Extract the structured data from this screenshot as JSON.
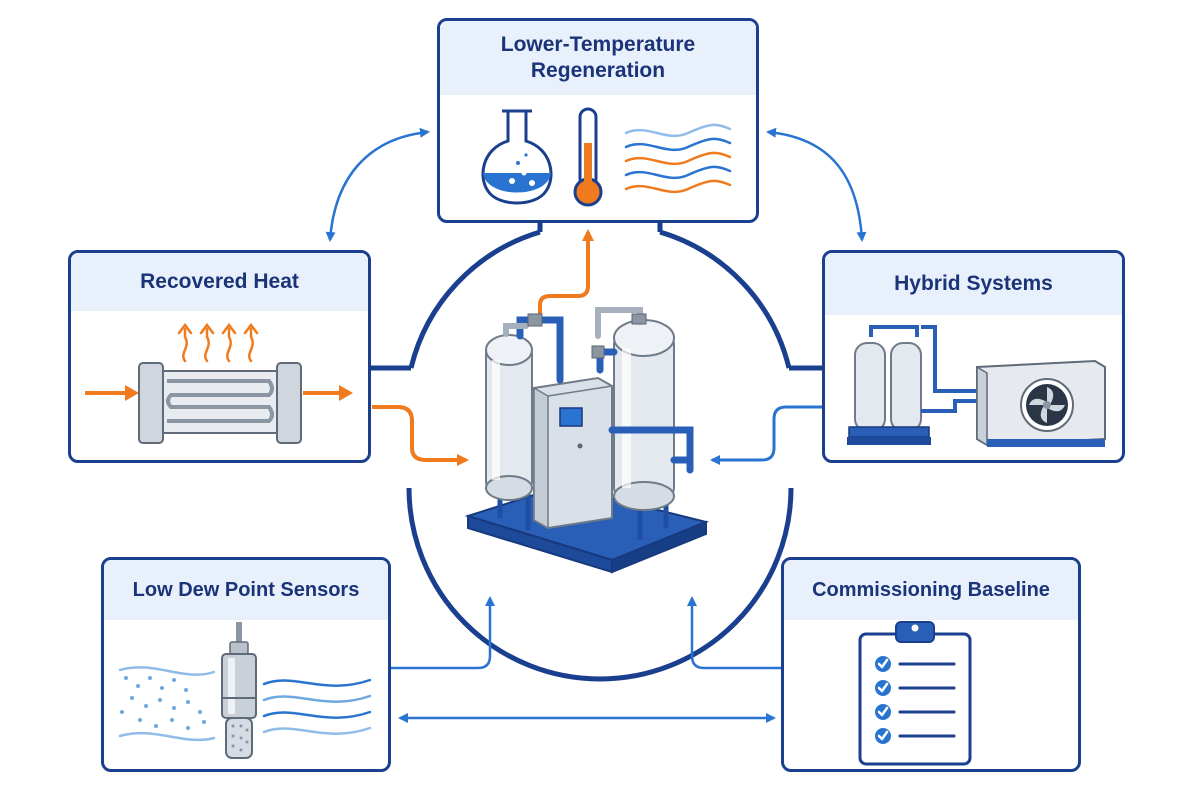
{
  "nodes": {
    "top": {
      "title_line1": "Lower-Temperature",
      "title_line2": "Regeneration"
    },
    "left": {
      "title": "Recovered Heat"
    },
    "right": {
      "title": "Hybrid Systems"
    },
    "bottom_left": {
      "title": "Low Dew Point Sensors"
    },
    "bottom_right": {
      "title": "Commissioning Baseline"
    }
  },
  "colors": {
    "navy": "#1b3f8f",
    "blue": "#2a74d1",
    "orange": "#ef7b1e",
    "header_bg": "#e8f1fb",
    "title_text": "#1b3378"
  }
}
